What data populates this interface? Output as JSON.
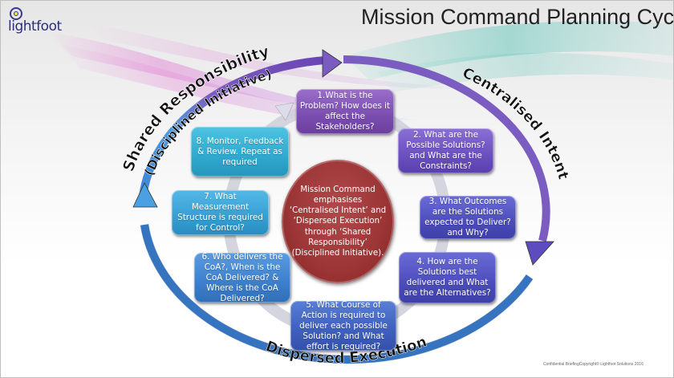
{
  "header": {
    "logo_text": "lightfoot",
    "title": "Mission Command Planning Cycle"
  },
  "ring_labels": {
    "top_left_line1": "Shared Responsibility",
    "top_left_line2": "(Disciplined Initiative)",
    "right": "Centralised Intent",
    "bottom": "Dispersed Execution"
  },
  "center": {
    "text": "Mission Command emphasises ‘Centralised Intent’ and ‘Dispersed Execution’ through ‘Shared Responsibility’ (Disciplined Initiative)."
  },
  "steps": [
    {
      "label": "1.What is the Problem? How does it affect the Stakeholders?"
    },
    {
      "label": "2. What are the Possible Solutions? and What are the Constraints?"
    },
    {
      "label": "3. What Outcomes are the Solutions expected to Deliver? and Why?"
    },
    {
      "label": "4. How are the Solutions best delivered  and What are the Alternatives?"
    },
    {
      "label": "5. What Course of Action is required to deliver each possible Solution? and What effort is required?"
    },
    {
      "label": "6. Who delivers the CoA?, When is the CoA Delivered? & Where is the CoA Delivered?"
    },
    {
      "label": "7. What Measurement Structure is required for Control?"
    },
    {
      "label": "8. Monitor, Feedback & Review. Repeat as required"
    }
  ],
  "colors": {
    "ring_purple": "#7b5cc0",
    "ring_blue": "#3f86d6",
    "center_red": "#9c3535",
    "inner_ring": "#cfcfe0"
  },
  "footer": {
    "text": "Confidential BriefingCopyright© Lightfoot Solutions 2016"
  }
}
